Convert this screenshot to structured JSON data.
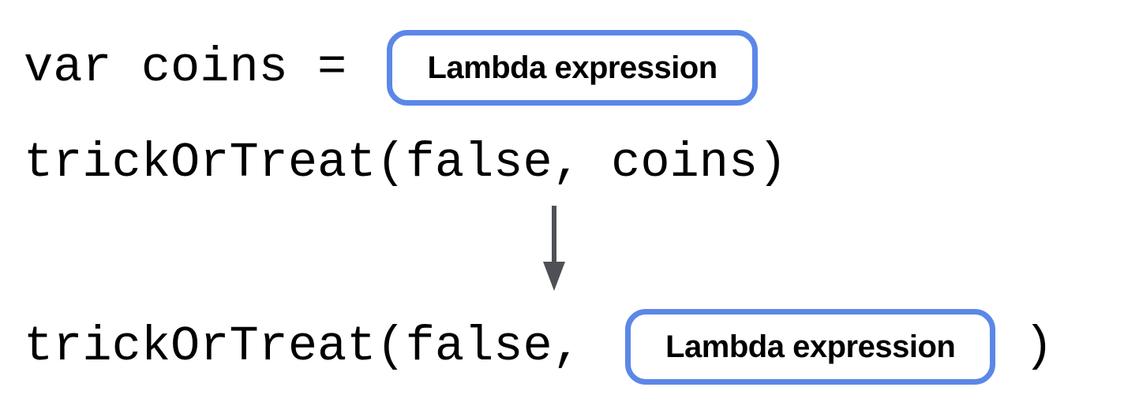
{
  "diagram": {
    "line1": {
      "code": "var coins = ",
      "box_label": "Lambda expression"
    },
    "line2": {
      "code": "trickOrTreat(false, coins)"
    },
    "arrow": {
      "direction": "down"
    },
    "line3": {
      "code_before": "trickOrTreat(false, ",
      "box_label": "Lambda expression",
      "code_after": ")"
    }
  },
  "colors": {
    "box_border": "#5b87e8",
    "code_text": "#000000",
    "arrow": "#4d5156",
    "background": "#ffffff",
    "label_text": "#000000"
  }
}
